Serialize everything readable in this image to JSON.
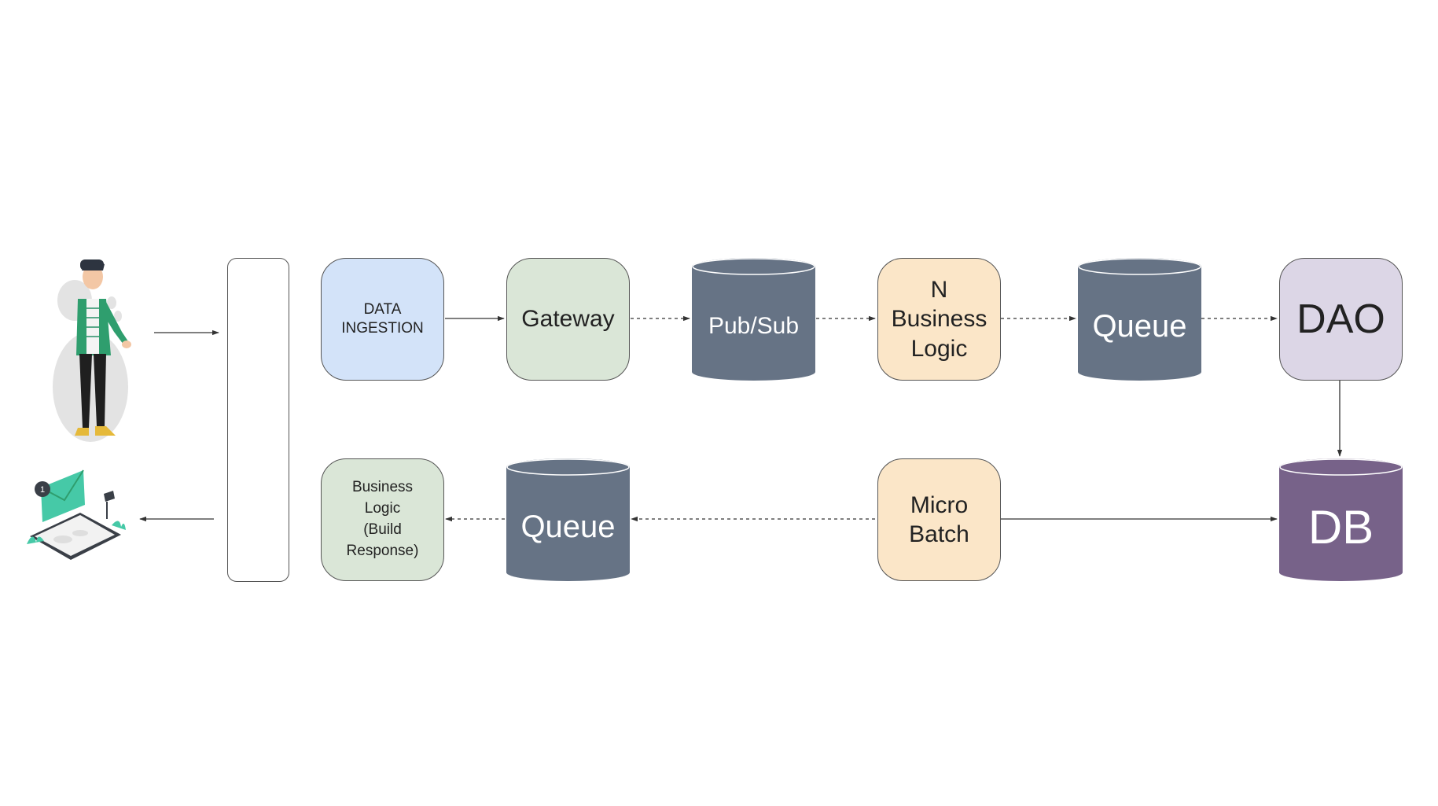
{
  "nodes": {
    "data_ingestion": {
      "lines": [
        "DATA",
        "INGESTION"
      ],
      "color": "#d3e3f9"
    },
    "gateway": {
      "lines": [
        "Gateway"
      ],
      "color": "#dae6d7"
    },
    "pubsub": {
      "lines": [
        "Pub/Sub"
      ],
      "color": "#667385"
    },
    "n_business_logic": {
      "lines": [
        "N",
        "Business",
        "Logic"
      ],
      "color": "#fbe6c8"
    },
    "queue_top": {
      "lines": [
        "Queue"
      ],
      "color": "#667385"
    },
    "dao": {
      "lines": [
        "DAO"
      ],
      "color": "#dcd6e6"
    },
    "db": {
      "lines": [
        "DB"
      ],
      "color": "#776289"
    },
    "micro_batch": {
      "lines": [
        "Micro",
        "Batch"
      ],
      "color": "#fbe6c8"
    },
    "queue_bottom": {
      "lines": [
        "Queue"
      ],
      "color": "#667385"
    },
    "business_logic_build": {
      "lines": [
        "Business",
        "Logic",
        "(Build",
        "Response)"
      ],
      "color": "#dae6d7"
    }
  },
  "illustrations": {
    "user": "person-illustration",
    "notification": "notification-illustration"
  },
  "colors": {
    "line": "#333333",
    "node_border": "#555555",
    "accent_green": "#2f9e6e",
    "accent_teal": "#46c9a7",
    "skin": "#f3c7a5",
    "shoe": "#e5b93a"
  }
}
